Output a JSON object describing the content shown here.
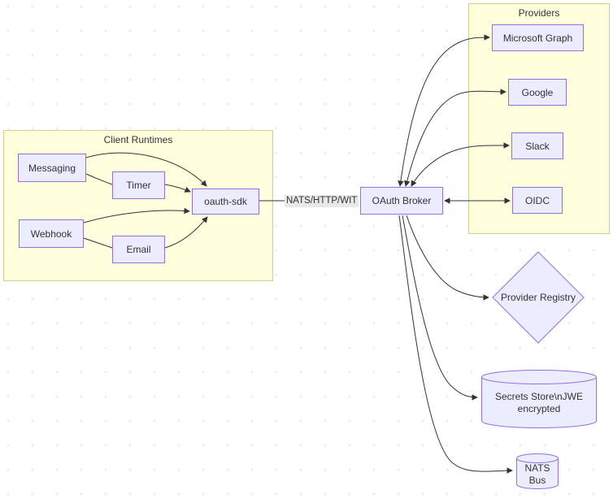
{
  "diagram": {
    "type": "flowchart",
    "clusters": {
      "client_runtimes": {
        "title": "Client Runtimes"
      },
      "providers": {
        "title": "Providers"
      }
    },
    "nodes": {
      "messaging": {
        "label": "Messaging",
        "shape": "rect"
      },
      "timer": {
        "label": "Timer",
        "shape": "rect"
      },
      "webhook": {
        "label": "Webhook",
        "shape": "rect"
      },
      "email": {
        "label": "Email",
        "shape": "rect"
      },
      "oauth_sdk": {
        "label": "oauth-sdk",
        "shape": "rect"
      },
      "oauth_broker": {
        "label": "OAuth Broker",
        "shape": "rect"
      },
      "microsoft_graph": {
        "label": "Microsoft Graph",
        "shape": "rect"
      },
      "google": {
        "label": "Google",
        "shape": "rect"
      },
      "slack": {
        "label": "Slack",
        "shape": "rect"
      },
      "oidc": {
        "label": "OIDC",
        "shape": "rect"
      },
      "provider_registry": {
        "label": "Provider Registry",
        "shape": "diamond"
      },
      "secrets_store": {
        "label_line1": "Secrets Store\\nJWE",
        "label_line2": "encrypted",
        "shape": "cylinder"
      },
      "nats_bus": {
        "label": "NATS Bus",
        "shape": "cylinder"
      }
    },
    "edges": [
      {
        "from": "Messaging",
        "to": "oauth-sdk",
        "type": "arrow"
      },
      {
        "from": "Timer",
        "to": "oauth-sdk",
        "type": "arrow"
      },
      {
        "from": "Webhook",
        "to": "oauth-sdk",
        "type": "arrow"
      },
      {
        "from": "Email",
        "to": "oauth-sdk",
        "type": "arrow"
      },
      {
        "from": "oauth-sdk",
        "to": "OAuth Broker",
        "type": "arrow",
        "label": "NATS/HTTP/WIT"
      },
      {
        "from": "OAuth Broker",
        "to": "Microsoft Graph",
        "type": "bidirectional"
      },
      {
        "from": "OAuth Broker",
        "to": "Google",
        "type": "bidirectional"
      },
      {
        "from": "OAuth Broker",
        "to": "Slack",
        "type": "bidirectional"
      },
      {
        "from": "OAuth Broker",
        "to": "OIDC",
        "type": "bidirectional"
      },
      {
        "from": "OAuth Broker",
        "to": "Provider Registry",
        "type": "arrow"
      },
      {
        "from": "OAuth Broker",
        "to": "Secrets Store\\nJWE encrypted",
        "type": "arrow"
      },
      {
        "from": "OAuth Broker",
        "to": "NATS Bus",
        "type": "arrow"
      }
    ],
    "colors": {
      "node_fill": "#ECECFF",
      "node_border": "#9370DB",
      "cluster_fill": "#FFFFDE",
      "cluster_border": "#CFCF8E",
      "edge": "#333333",
      "text": "#333333",
      "edge_label_bg": "#E8E8E8",
      "canvas": "#FFFFFF"
    }
  }
}
